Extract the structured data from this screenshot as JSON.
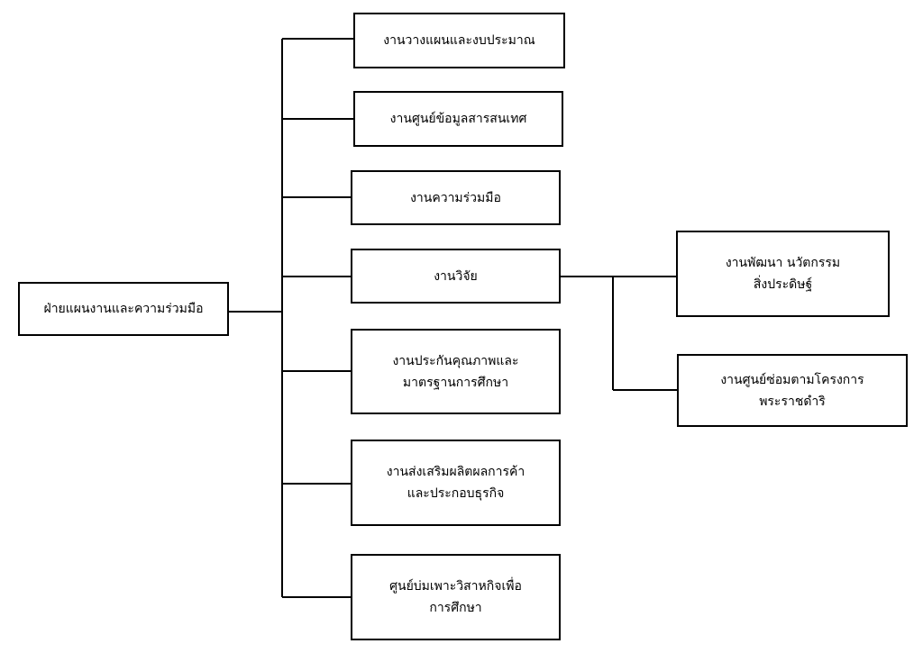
{
  "root": {
    "label": "ฝ่ายแผนงานและความร่วมมือ"
  },
  "units": [
    {
      "id": "planning-budget",
      "lines": [
        "งานวางแผนและงบประมาณ"
      ]
    },
    {
      "id": "info-center",
      "lines": [
        "งานศูนย์ข้อมูลสารสนเทศ"
      ]
    },
    {
      "id": "cooperation",
      "lines": [
        "งานความร่วมมือ"
      ]
    },
    {
      "id": "research",
      "lines": [
        "งานวิจัย"
      ]
    },
    {
      "id": "quality-assurance",
      "lines": [
        "งานประกันคุณภาพและ",
        "มาตรฐานการศึกษา"
      ]
    },
    {
      "id": "trade-promotion",
      "lines": [
        "งานส่งเสริมผลิตผลการค้า",
        "และประกอบธุรกิจ"
      ]
    },
    {
      "id": "business-incubator",
      "lines": [
        "ศูนย์บ่มเพาะวิสาหกิจเพื่อ",
        "การศึกษา"
      ]
    }
  ],
  "research_children": [
    {
      "id": "innovation",
      "lines": [
        "งานพัฒนา นวัตกรรม",
        "สิ่งประดิษฐ์"
      ]
    },
    {
      "id": "royal-repair-center",
      "lines": [
        "งานศูนย์ซ่อมตามโครงการ",
        "พระราชดำริ"
      ]
    }
  ]
}
